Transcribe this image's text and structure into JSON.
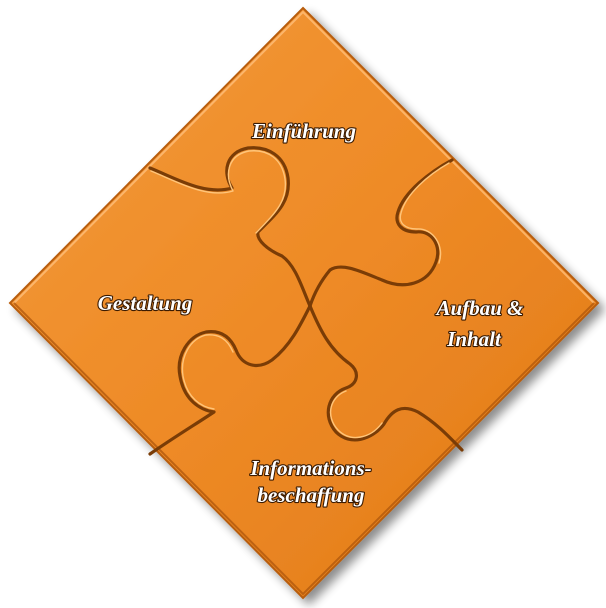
{
  "colors": {
    "piece_fill": "#ee8a26",
    "piece_edge": "#b85d0e",
    "seam": "#7a3c06",
    "label_text": "#ffffff",
    "label_outline": "#3a1a00"
  },
  "pieces": {
    "top": {
      "label": "Einführung"
    },
    "left": {
      "label": "Gestaltung"
    },
    "right": {
      "line1": "Aufbau &",
      "line2": "Inhalt"
    },
    "bottom": {
      "line1": "Informations-",
      "line2": "beschaffung"
    }
  }
}
